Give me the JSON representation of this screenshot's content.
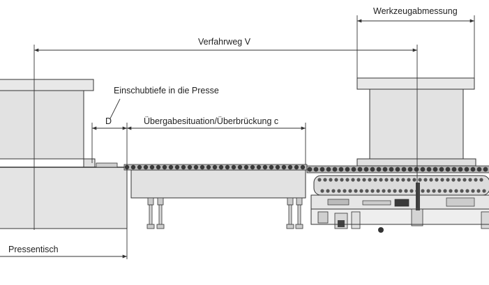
{
  "labels": {
    "werkzeug": "Werkzeugabmessung",
    "verfahrweg": "Verfahrweg V",
    "einschub": "Einschubtiefe in die Presse",
    "d": "D",
    "uebergabe": "Übergabesituation/Überbrückung c",
    "pressentisch": "Pressentisch"
  },
  "colors": {
    "line": "#333333",
    "fill_light": "#e4e4e4",
    "fill_mid": "#d2d2d2",
    "roller_dark": "#3a3a3a"
  }
}
